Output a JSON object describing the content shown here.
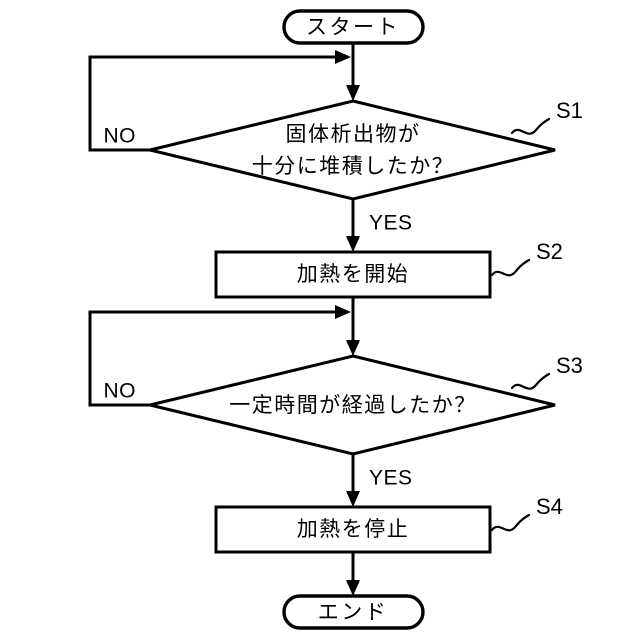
{
  "diagram": {
    "title": "heating-control-flowchart",
    "language": "ja",
    "stroke_color": "#000000",
    "fill_color": "#ffffff",
    "nodes": {
      "start": {
        "label": "スタート",
        "type": "terminator"
      },
      "decision1": {
        "line1": "固体析出物が",
        "line2": "十分に堆積したか？",
        "step": "S1",
        "type": "decision"
      },
      "process1": {
        "label": "加熱を開始",
        "step": "S2",
        "type": "process"
      },
      "decision2": {
        "line1": "一定時間が経過したか？",
        "step": "S3",
        "type": "decision"
      },
      "process2": {
        "label": "加熱を停止",
        "step": "S4",
        "type": "process"
      },
      "end": {
        "label": "エンド",
        "type": "terminator"
      }
    },
    "edge_labels": {
      "d1_no": "NO",
      "d1_yes": "YES",
      "d2_no": "NO",
      "d2_yes": "YES"
    }
  }
}
